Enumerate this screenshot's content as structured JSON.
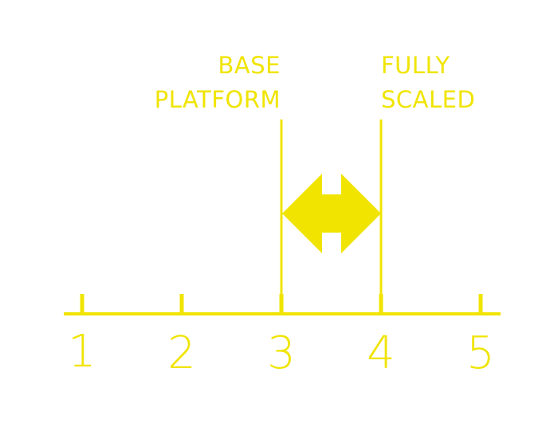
{
  "colors": {
    "accent": "#f0e400",
    "background": "#ffffff"
  },
  "labels": {
    "base_line1": "BASE",
    "base_line2": "PLATFORM",
    "full_line1": "FULLY",
    "full_line2": "SCALED"
  },
  "axis": {
    "ticks": [
      "1",
      "2",
      "3",
      "4",
      "5"
    ]
  },
  "markers": {
    "base_at_tick": 3,
    "full_at_tick": 4
  },
  "icons": {
    "range_arrow": "double-headed-arrow-icon"
  }
}
